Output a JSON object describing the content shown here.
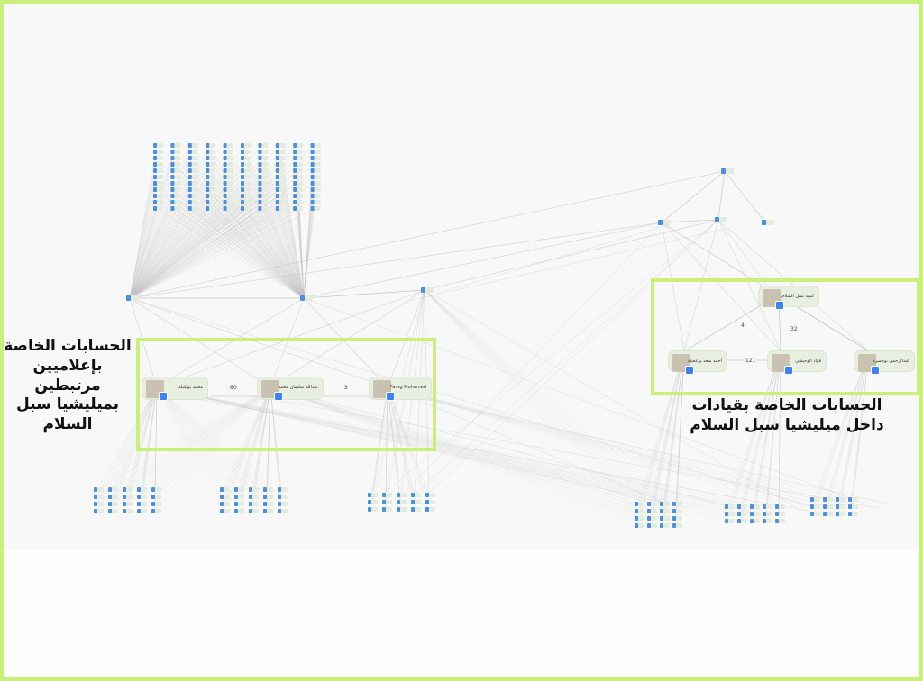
{
  "annotations": {
    "left_lines": [
      "الحسابات الخاصة",
      "بإعلاميين",
      "مرتبطين",
      "بميليشيا سبل",
      "السلام"
    ],
    "right_lines": [
      "الحسابات الخاصة بقيادات",
      "داخل ميليشيا سبل السلام"
    ]
  },
  "left_highlight": {
    "nodes": [
      "محمد بوبكيلة",
      "عبدالله سليمان محمد",
      "Farag Mohamed"
    ],
    "edge_counts": [
      "60",
      "3"
    ]
  },
  "right_highlight": {
    "nodes": [
      "كتيبة سبل السلام",
      "أحمد سعد بوعجيلة",
      "فؤاد الوحيشي",
      "عبدالرحمن بوجميرة"
    ],
    "edge_counts": [
      "121",
      "4",
      "32"
    ]
  },
  "colors": {
    "frame": "#c8f07a",
    "node_bg": "#e9efe0",
    "edge": "#c4c4c4",
    "badge": "#3b82f6"
  }
}
